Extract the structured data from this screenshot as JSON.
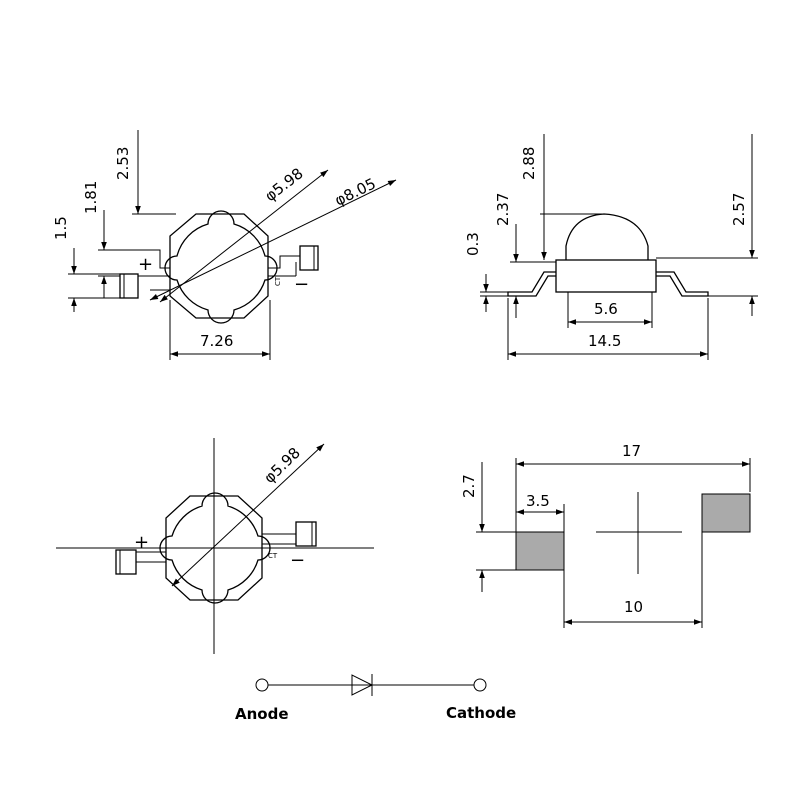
{
  "top_view": {
    "dim_height_outer": "2.53",
    "dim_height_mid": "1.81",
    "dim_height_lead": "1.5",
    "dim_diameter_inner": "φ5.98",
    "dim_diameter_outer": "φ8.05",
    "dim_width": "7.26",
    "plus_symbol": "+",
    "minus_symbol": "−",
    "cathode_mark": "CT"
  },
  "side_view": {
    "dim_lead_thickness": "0.3",
    "dim_body_height": "2.37",
    "dim_lens_top": "2.88",
    "dim_total_height": "2.57",
    "dim_lens_base": "5.6",
    "dim_total_length": "14.5"
  },
  "bottom_view": {
    "dim_diameter": "φ5.98",
    "plus_symbol": "+",
    "minus_symbol": "−",
    "cathode_mark": "CT"
  },
  "footprint": {
    "dim_pad_height": "2.7",
    "dim_pad_width": "3.5",
    "dim_total_span": "17",
    "dim_pad_gap": "10",
    "pad_color": "#aaaaaa"
  },
  "schematic": {
    "anode_label": "Anode",
    "cathode_label": "Cathode"
  }
}
